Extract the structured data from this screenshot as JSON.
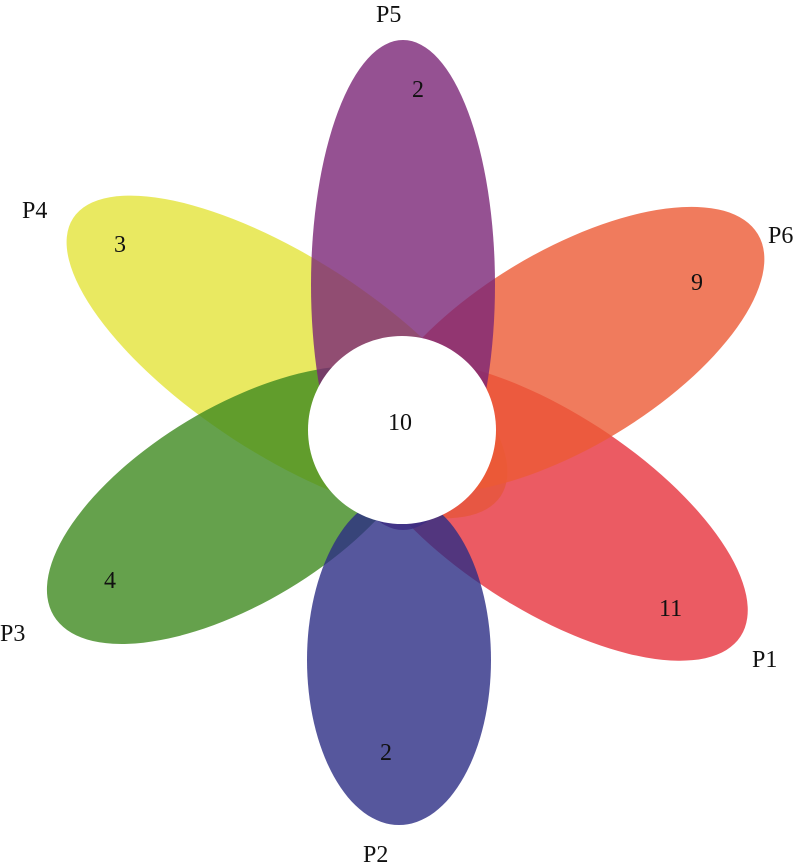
{
  "diagram": {
    "type": "flower-venn",
    "core_count": "10",
    "core_color": "#ffffff",
    "petals": [
      {
        "label": "P1",
        "count": "11",
        "color": "#e6323c"
      },
      {
        "label": "P2",
        "count": "2",
        "color": "#2c2d85"
      },
      {
        "label": "P3",
        "count": "4",
        "color": "#3f8a1f"
      },
      {
        "label": "P4",
        "count": "3",
        "color": "#e4e33a"
      },
      {
        "label": "P5",
        "count": "2",
        "color": "#7b2577"
      },
      {
        "label": "P6",
        "count": "9",
        "color": "#ec5a35"
      }
    ]
  }
}
